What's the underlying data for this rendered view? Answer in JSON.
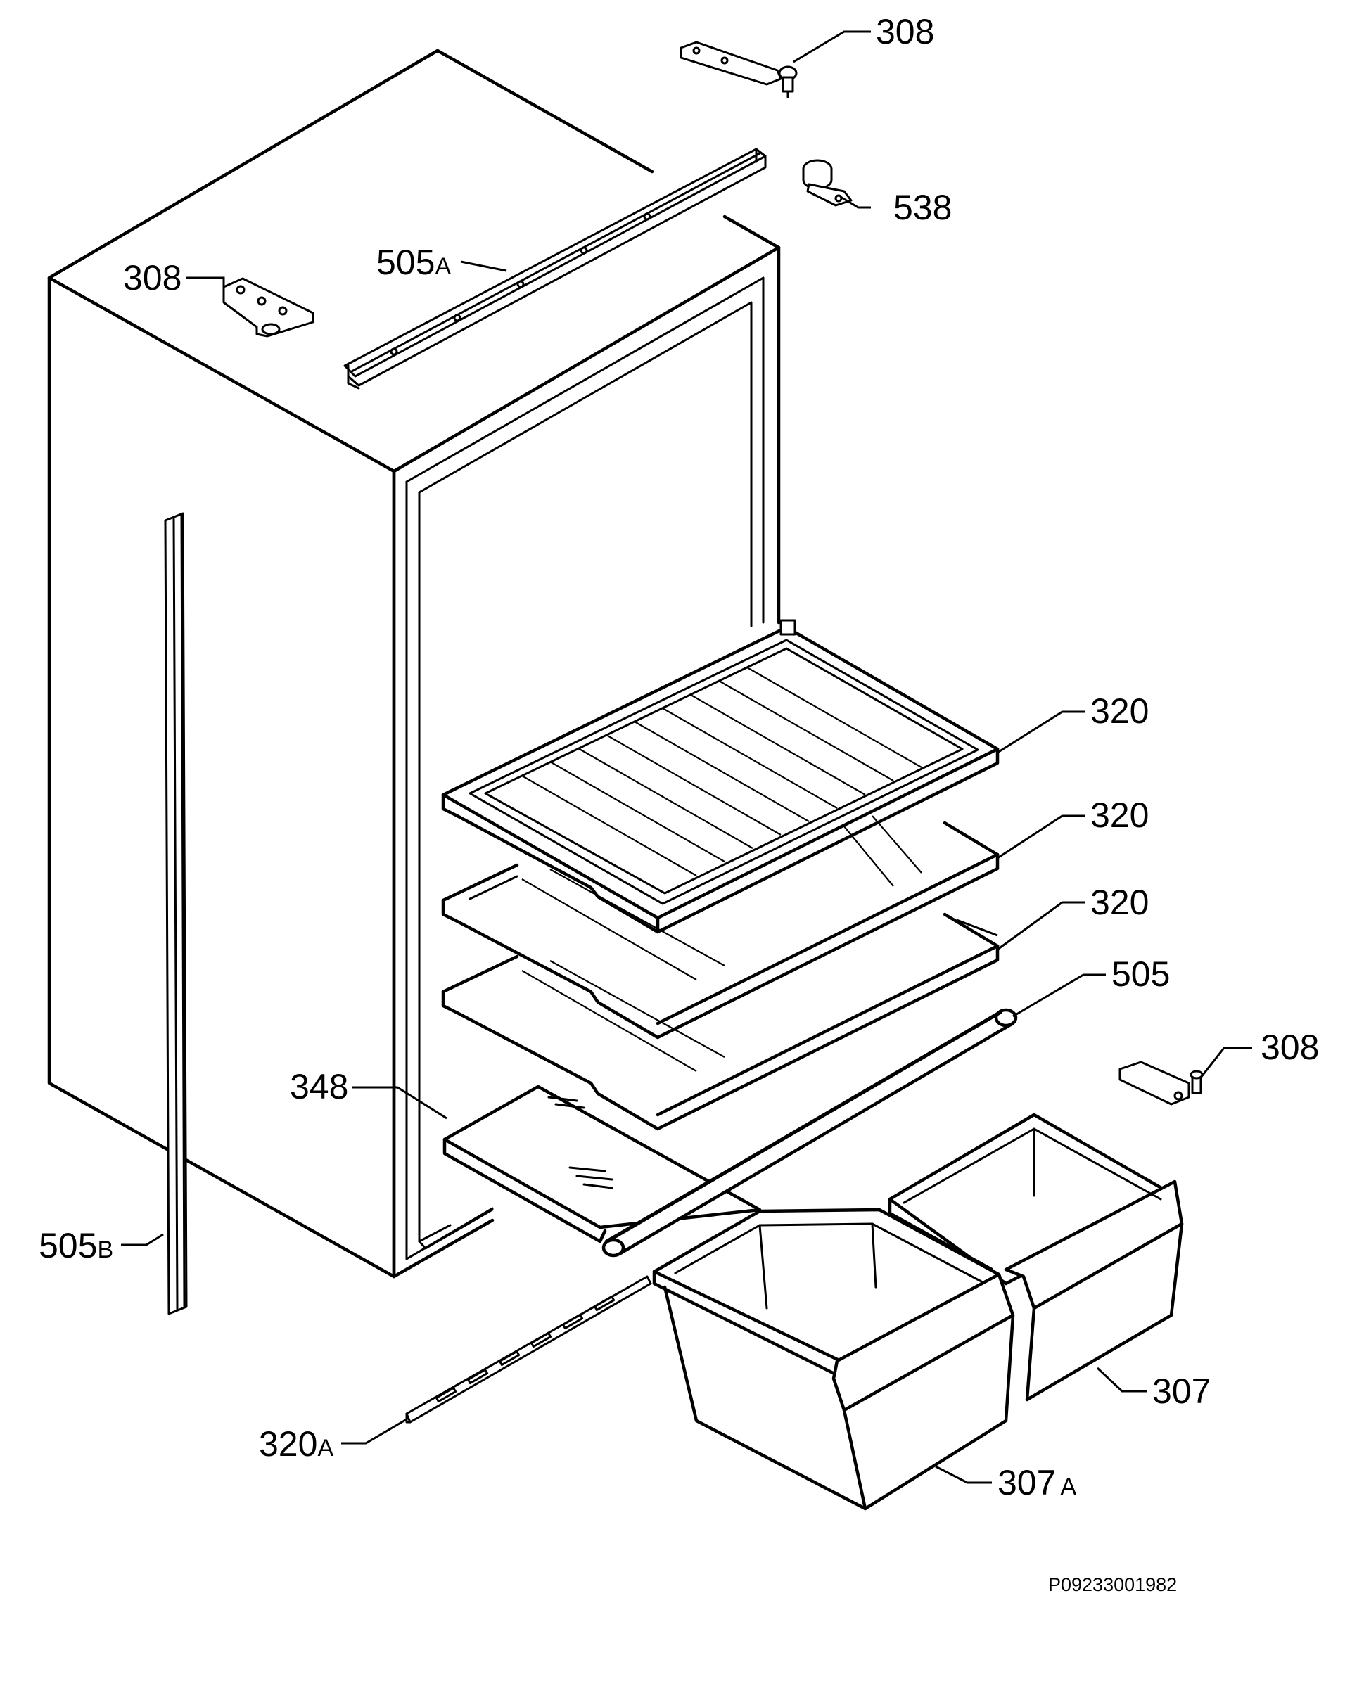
{
  "callouts": {
    "hinge_top_right": "308",
    "hinge_top_left": "308",
    "hinge_bottom_right": "308",
    "pin_538": "538",
    "rail_505a_num": "505",
    "rail_505a_suffix": "A",
    "trim_505b_num": "505",
    "trim_505b_suffix": "B",
    "shelf_1": "320",
    "shelf_2": "320",
    "shelf_3": "320",
    "seal_505": "505",
    "glass_348": "348",
    "rail_320a_num": "320",
    "rail_320a_suffix": "A",
    "drawer_307": "307",
    "drawer_307a_num": "307",
    "drawer_307a_suffix": "A"
  },
  "document_id": "P09233001982"
}
